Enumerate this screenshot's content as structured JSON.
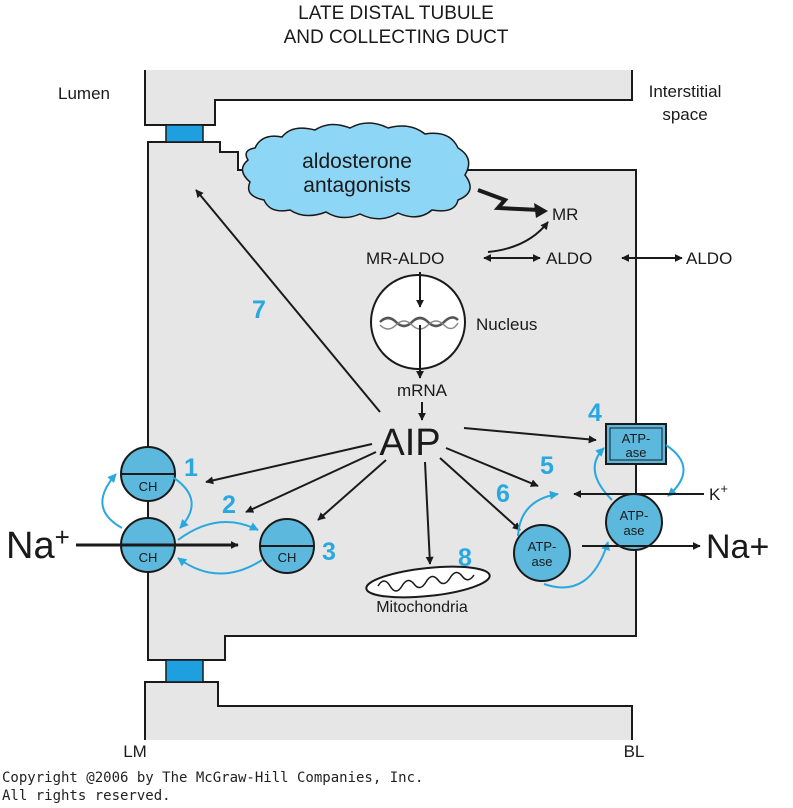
{
  "title": {
    "line1": "LATE DISTAL TUBULE",
    "line2": "AND COLLECTING DUCT"
  },
  "labels": {
    "lumen": "Lumen",
    "interstitial_line1": "Interstitial",
    "interstitial_line2": "space",
    "drug_line1": "aldosterone",
    "drug_line2": "antagonists",
    "mr": "MR",
    "mr_aldo": "MR-ALDO",
    "aldo_inside": "ALDO",
    "aldo_outside": "ALDO",
    "nucleus": "Nucleus",
    "mrna": "mRNA",
    "aip": "AIP",
    "mitochondria": "Mitochondria",
    "na_in": "Na",
    "na_in_sup": "+",
    "na_out": "Na+",
    "k": "K",
    "k_sup": "+",
    "lm": "LM",
    "bl": "BL",
    "ch": "CH",
    "atpase_line1": "ATP-",
    "atpase_line2": "ase"
  },
  "steps": [
    "1",
    "2",
    "3",
    "4",
    "5",
    "6",
    "7",
    "8"
  ],
  "copyright": {
    "line1": "Copyright @2006 by The McGraw-Hill Companies, Inc.",
    "line2": "All rights reserved."
  },
  "colors": {
    "cell_fill": "#e6e6e6",
    "accent_blue": "#29a8e0",
    "channel_fill": "#5cb8dc",
    "cloud_fill": "#8ed6f5",
    "junction_fill": "#1ea0e0",
    "stroke": "#1a1a1a"
  }
}
